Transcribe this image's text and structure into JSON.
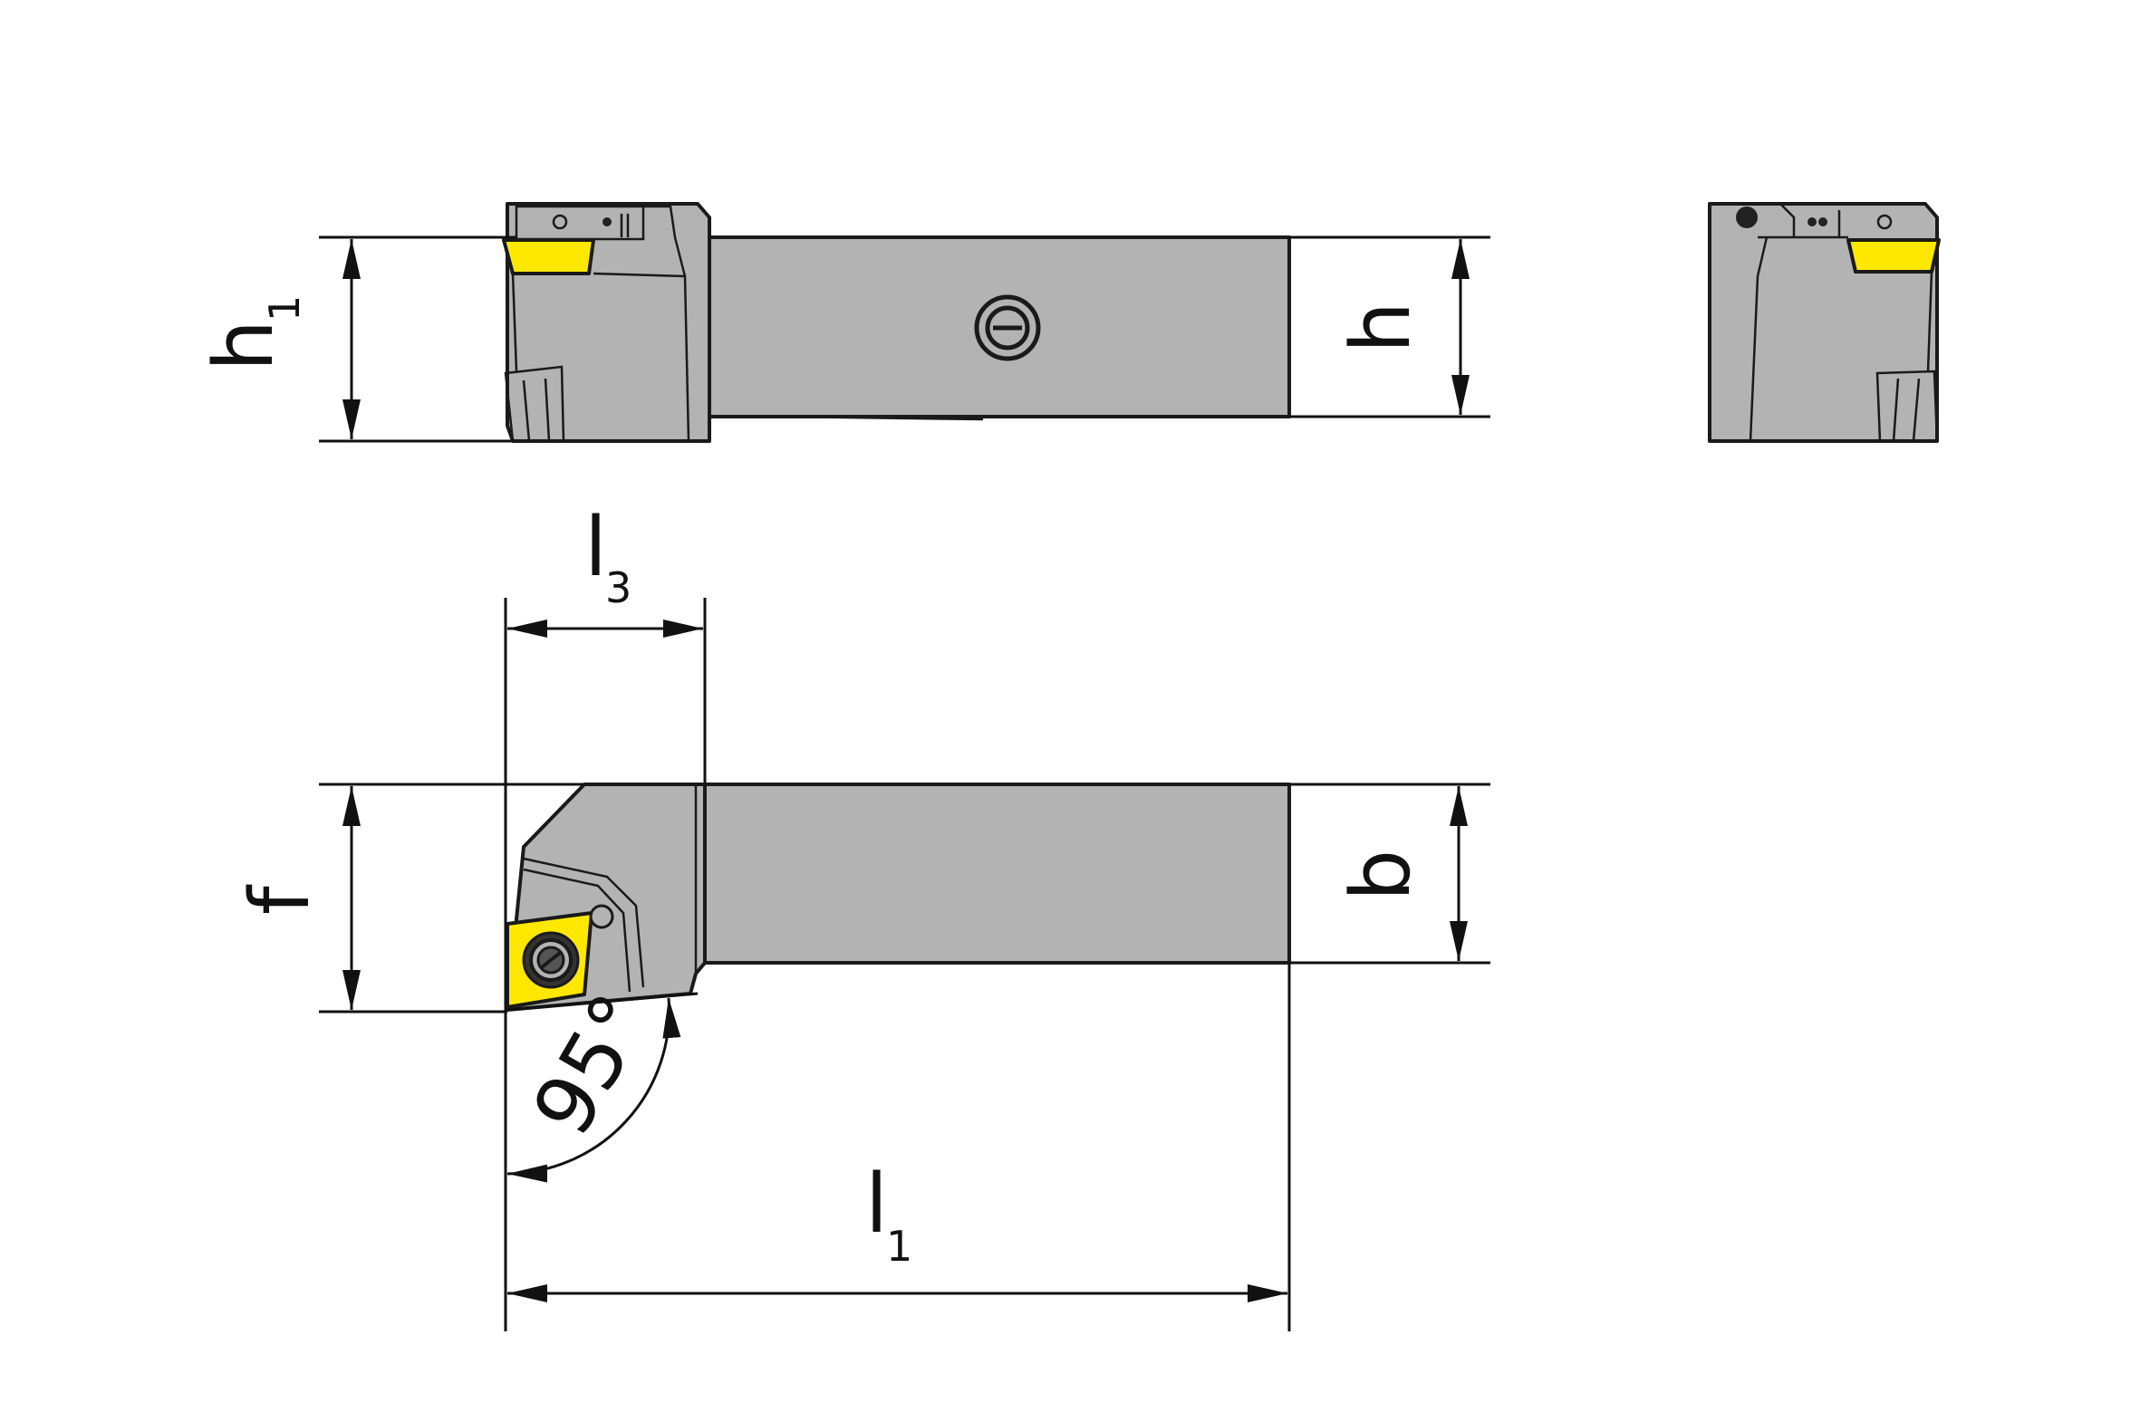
{
  "labels": {
    "h": "h",
    "h1_main": "h",
    "h1_sub": "1",
    "l3_main": "l",
    "l3_sub": "3",
    "f": "f",
    "b": "b",
    "l1_main": "l",
    "l1_sub": "1",
    "angle": "95°"
  },
  "colors": {
    "body": "#b3b3b3",
    "insert": "#ffe800",
    "line": "#111111",
    "background": "#ffffff"
  }
}
